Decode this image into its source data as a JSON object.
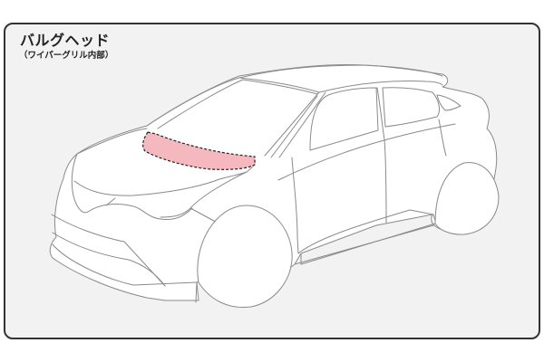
{
  "diagram": {
    "title": "バルグヘッド",
    "subtitle": "（ワイパーグリル内部）",
    "highlighted_part": "bulkhead-under-wiper-grille",
    "colors": {
      "page_background": "#ffffff",
      "panel_background": "#f2f2f2",
      "panel_border": "#333333",
      "car_outline": "#8a8a8a",
      "car_body": "#ffffff",
      "highlight_fill": "#f4b8be",
      "highlight_outline": "#222222"
    }
  }
}
